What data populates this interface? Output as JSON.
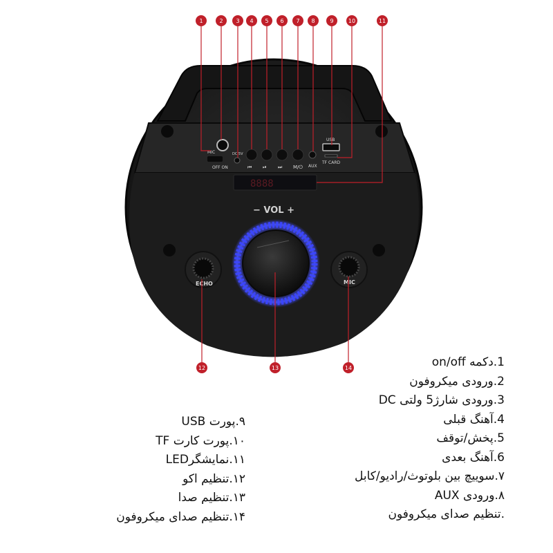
{
  "device": {
    "port_labels": {
      "mic": "MIC",
      "off_on": "OFF ON",
      "dc": "DC 5V",
      "aux": "AUX",
      "usb": "USB",
      "tf_card": "TF CARD",
      "vol": "− VOL +",
      "echo": "ECHO",
      "mic_knob": "MIC"
    },
    "display_text": "8888",
    "callout_numbers": [
      "1",
      "2",
      "3",
      "4",
      "5",
      "6",
      "7",
      "8",
      "9",
      "10",
      "11",
      "12",
      "13",
      "14"
    ],
    "colors": {
      "callout": "#c0202a",
      "ring_glow": "#3b46ff",
      "body": "#1a1a1a"
    }
  },
  "legend": {
    "right": [
      "1.دکمه on/off",
      "2.ورودی میکروفون",
      "3.ورودی شارژ5 ولتی DC",
      "4.آهنگ قبلی",
      "5.پخش/توقف",
      "6.آهنگ بعدی",
      "۷.سوییچ بین بلوتوث/رادیو/کابل",
      "۸.ورودی AUX",
      ".تنظیم صدای میکروفون"
    ],
    "left": [
      "۹.پورت USB",
      "۱۰.پورت کارت TF",
      "۱۱.نمایشگرLED",
      "۱۲.تنظیم اکو",
      "۱۳.تنظیم صدا",
      "۱۴.تنظیم صدای میکروفون"
    ]
  }
}
